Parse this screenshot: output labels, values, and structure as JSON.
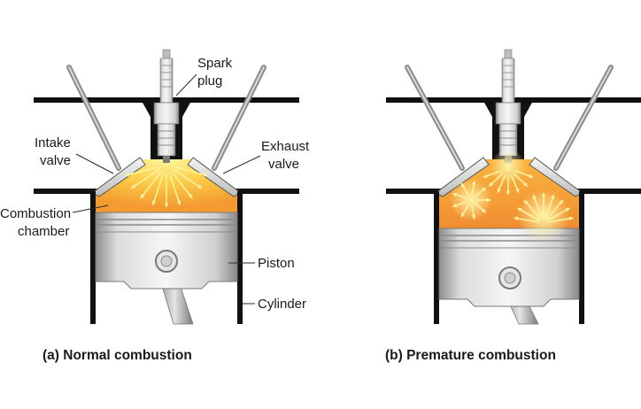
{
  "labels": {
    "spark_plug_line1": "Spark",
    "spark_plug_line2": "plug",
    "intake_line1": "Intake",
    "intake_line2": "valve",
    "exhaust_line1": "Exhaust",
    "exhaust_line2": "valve",
    "combustion_line1": "Combustion",
    "combustion_line2": "chamber",
    "piston": "Piston",
    "cylinder": "Cylinder"
  },
  "captions": {
    "a": "(a) Normal combustion",
    "b": "(b) Premature combustion"
  },
  "colors": {
    "wall": "#111111",
    "flame_core": "#fff27a",
    "flame_mid": "#fbc23a",
    "flame_edge": "#f08a2a",
    "arrow": "#fff3a0",
    "valve_stem": "#9a9a9a",
    "metal_light": "#f2f2f2",
    "metal_dark": "#9c9c9c"
  }
}
